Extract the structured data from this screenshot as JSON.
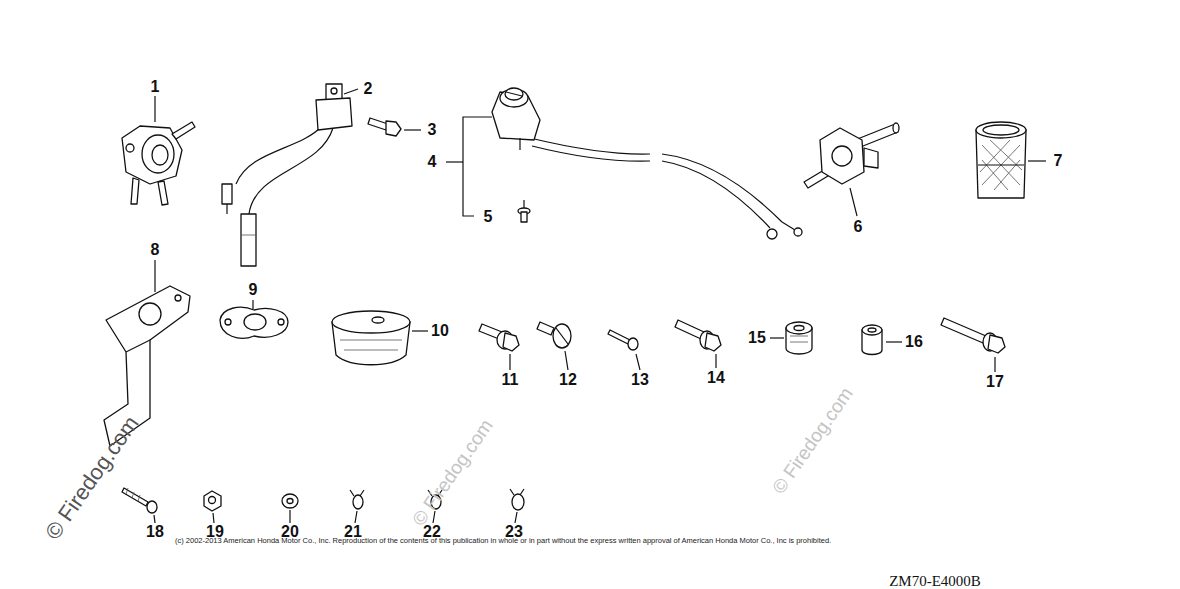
{
  "diagram": {
    "labels": [
      "1",
      "2",
      "3",
      "4",
      "5",
      "6",
      "7",
      "8",
      "9",
      "10",
      "11",
      "12",
      "13",
      "14",
      "15",
      "16",
      "17",
      "18",
      "19",
      "20",
      "21",
      "22",
      "23",
      "© Firedog.com",
      "© Firedog.com",
      "© Firedog.com",
      "(c) 2002-2013 American Honda Motor Co., Inc. Reproduction of the contents of this publication in whole or in part without the express written approval of American Honda Motor Co., Inc is prohibited.",
      "ZM70-E4000B"
    ]
  }
}
